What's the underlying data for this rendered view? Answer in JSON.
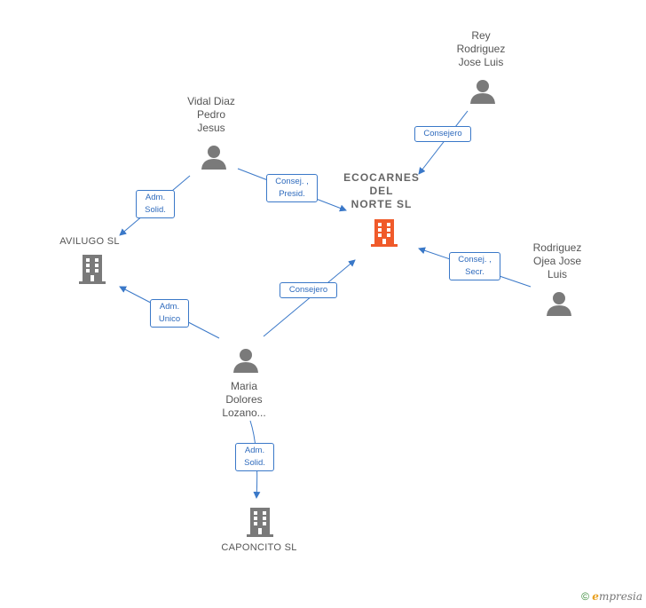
{
  "nodes": {
    "ecocarnes": {
      "lines": [
        "ECOCARNES",
        "DEL",
        "NORTE  SL"
      ],
      "color": "#f05a2a"
    },
    "avilugo": {
      "lines": [
        "AVILUGO SL"
      ]
    },
    "caponcito": {
      "lines": [
        "CAPONCITO SL"
      ]
    },
    "vidal": {
      "lines": [
        "Vidal Diaz",
        "Pedro",
        "Jesus"
      ]
    },
    "rey": {
      "lines": [
        "Rey",
        "Rodriguez",
        "Jose Luis"
      ]
    },
    "rodriguez": {
      "lines": [
        "Rodriguez",
        "Ojea Jose",
        "Luis"
      ]
    },
    "maria": {
      "lines": [
        "Maria",
        "Dolores",
        "Lozano..."
      ]
    }
  },
  "edges": {
    "rey_eco": {
      "lines": [
        "Consejero"
      ]
    },
    "vidal_eco": {
      "lines": [
        "Consej. ,",
        "Presid."
      ]
    },
    "vidal_avilugo": {
      "lines": [
        "Adm.",
        "Solid."
      ]
    },
    "maria_avilugo": {
      "lines": [
        "Adm.",
        "Unico"
      ]
    },
    "maria_eco": {
      "lines": [
        "Consejero"
      ]
    },
    "rodriguez_eco": {
      "lines": [
        "Consej. ,",
        "Secr."
      ]
    },
    "maria_caponcito": {
      "lines": [
        "Adm.",
        "Solid."
      ]
    }
  },
  "colors": {
    "edge": "#3a78c8",
    "person": "#7a7a7a",
    "company": "#7a7a7a",
    "main_company": "#f05a2a"
  },
  "footer": {
    "copyright": "©",
    "brand_first": "e",
    "brand_rest": "mpresia"
  }
}
